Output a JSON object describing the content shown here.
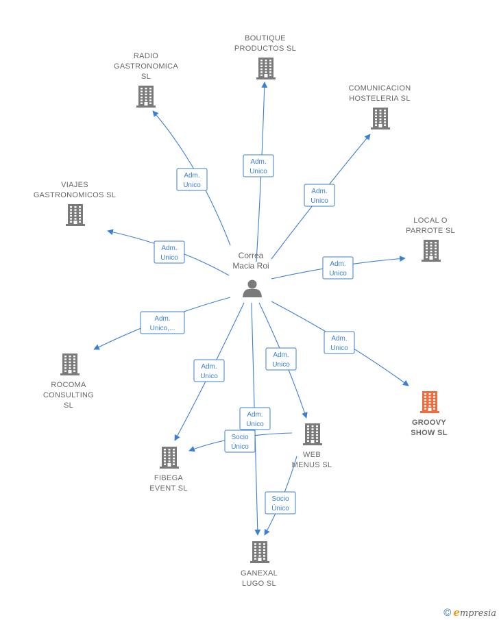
{
  "colors": {
    "accent": "#3a7fd5",
    "building": "#7a7a7a",
    "highlight": "#f26b3a",
    "text": "#666666"
  },
  "center": {
    "id": "person",
    "label_lines": [
      "Correa",
      "Macia Roi"
    ],
    "icon": "person-icon"
  },
  "nodes": [
    {
      "id": "boutique",
      "label_lines": [
        "BOUTIQUE",
        "PRODUCTOS SL"
      ],
      "icon": "building-icon"
    },
    {
      "id": "radio",
      "label_lines": [
        "RADIO",
        "GASTRONOMICA",
        "SL"
      ],
      "icon": "building-icon"
    },
    {
      "id": "comunicacion",
      "label_lines": [
        "COMUNICACION",
        "HOSTELERIA SL"
      ],
      "icon": "building-icon"
    },
    {
      "id": "viajes",
      "label_lines": [
        "VIAJES",
        "GASTRONOMICOS SL"
      ],
      "icon": "building-icon"
    },
    {
      "id": "local",
      "label_lines": [
        "LOCAL O",
        "PARROTE  SL"
      ],
      "icon": "building-icon"
    },
    {
      "id": "rocoma",
      "label_lines": [
        "ROCOMA",
        "CONSULTING",
        "SL"
      ],
      "icon": "building-icon"
    },
    {
      "id": "groovy",
      "label_lines": [
        "GROOVY",
        "SHOW  SL"
      ],
      "icon": "building-icon",
      "highlight": true
    },
    {
      "id": "web",
      "label_lines": [
        "WEB",
        "MENUS SL"
      ],
      "icon": "building-icon"
    },
    {
      "id": "fibega",
      "label_lines": [
        "FIBEGA",
        "EVENT  SL"
      ],
      "icon": "building-icon"
    },
    {
      "id": "ganexal",
      "label_lines": [
        "GANEXAL",
        "LUGO  SL"
      ],
      "icon": "building-icon"
    }
  ],
  "edges": [
    {
      "from": "person",
      "to": "boutique",
      "label_lines": [
        "Adm.",
        "Unico"
      ]
    },
    {
      "from": "person",
      "to": "radio",
      "label_lines": [
        "Adm.",
        "Unico"
      ]
    },
    {
      "from": "person",
      "to": "comunicacion",
      "label_lines": [
        "Adm.",
        "Unico"
      ]
    },
    {
      "from": "person",
      "to": "viajes",
      "label_lines": [
        "Adm.",
        "Unico"
      ]
    },
    {
      "from": "person",
      "to": "local",
      "label_lines": [
        "Adm.",
        "Unico"
      ]
    },
    {
      "from": "person",
      "to": "rocoma",
      "label_lines": [
        "Adm.",
        "Unico,..."
      ]
    },
    {
      "from": "person",
      "to": "groovy",
      "label_lines": [
        "Adm.",
        "Unico"
      ]
    },
    {
      "from": "person",
      "to": "web",
      "label_lines": [
        "Adm.",
        "Unico"
      ]
    },
    {
      "from": "person",
      "to": "fibega",
      "label_lines": [
        "Adm.",
        "Unico"
      ]
    },
    {
      "from": "person",
      "to": "ganexal",
      "label_lines": [
        "Adm.",
        "Unico"
      ]
    },
    {
      "from": "web",
      "to": "fibega",
      "label_lines": [
        "Socio",
        "Único"
      ]
    },
    {
      "from": "web",
      "to": "ganexal",
      "label_lines": [
        "Socio",
        "Único"
      ]
    }
  ],
  "footer": {
    "copyright": "©",
    "brand_initial": "e",
    "brand_rest": "mpresia"
  }
}
